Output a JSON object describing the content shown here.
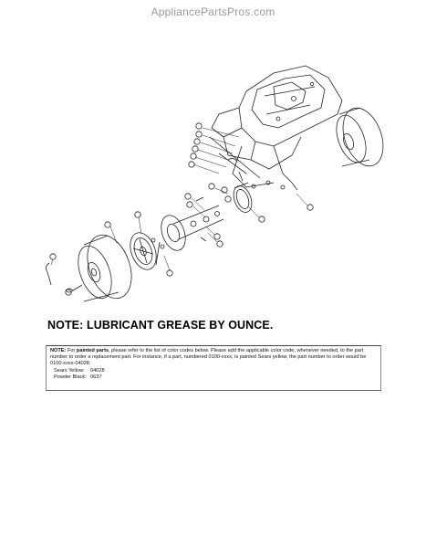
{
  "site": {
    "watermark": "AppliancePartsPros.com"
  },
  "diagram": {
    "callouts": [
      "",
      "",
      "",
      "",
      "",
      "",
      "",
      "",
      "",
      "",
      "",
      "",
      "",
      "",
      "",
      "",
      "",
      "",
      "",
      ""
    ]
  },
  "note": {
    "title": "NOTE: LUBRICANT GREASE BY OUNCE.",
    "box": {
      "label": "NOTE:",
      "text_1": "For ",
      "emphasis": "painted parts",
      "text_2": ", please refer to the list of color codes below. Please add the applicable color code, whenever needed, to the part number to order a replacement part. For instance, if a part, numbered 0100-xxxx, is painted Sears yellow, the part number to order would be 0100-xxxx-04028.",
      "colors": [
        {
          "name": "Sears Yellow:",
          "code": "04028"
        },
        {
          "name": "Powder Black:",
          "code": "0637"
        }
      ]
    }
  },
  "colors": {
    "line": "#222222",
    "header": "#9a9a9a",
    "background": "#ffffff"
  }
}
